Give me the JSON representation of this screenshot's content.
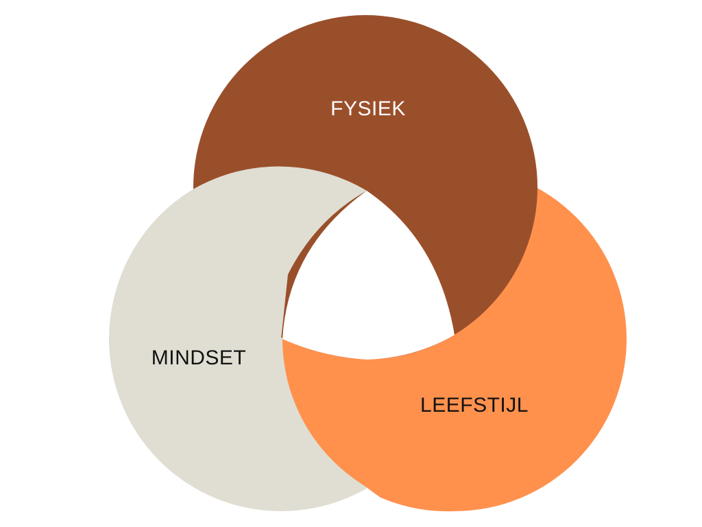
{
  "diagram": {
    "colors": {
      "background": "#ffffff",
      "fysiek": "#9A4F2B",
      "leefstijl": "#FF914D",
      "mindset": "#E0DED3",
      "label_light": "#ffffff",
      "label_dark": "#111111"
    },
    "circles": {
      "fysiek": {
        "label": "FYSIEK"
      },
      "mindset": {
        "label": "MINDSET"
      },
      "leefstijl": {
        "label": "LEEFSTIJL"
      }
    }
  }
}
